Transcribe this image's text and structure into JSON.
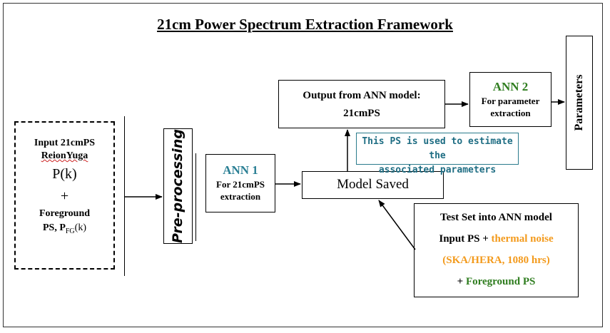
{
  "title": "21cm Power Spectrum Extraction Framework",
  "input_box": {
    "line1": "Input 21cmPS",
    "line2": "ReionYuga",
    "line3": "P(k)",
    "line4": "+",
    "line5": "Foreground",
    "line6_prefix": "PS, P",
    "line6_sub": "FG",
    "line6_suffix": "(k)"
  },
  "preprocessing": {
    "label": "Pre-processing"
  },
  "ann1": {
    "title": "ANN 1",
    "line1": "For 21cmPS",
    "line2": "extraction"
  },
  "model_saved": {
    "label": "Model Saved"
  },
  "output_box": {
    "line1": "Output from ANN model:",
    "line2": "21cmPS"
  },
  "note": {
    "line1": "This PS is used to estimate the",
    "line2": "associated parameters"
  },
  "ann2": {
    "title": "ANN 2",
    "line1": "For parameter",
    "line2": "extraction"
  },
  "parameters": {
    "label": "Parameters"
  },
  "test_set": {
    "line1": "Test Set into ANN model",
    "line2_a": "Input PS + ",
    "line2_b": "thermal noise",
    "line3": "(SKA/HERA, 1080 hrs)",
    "line4_a": "+ ",
    "line4_b": "Foreground PS"
  },
  "colors": {
    "ann_title": "#2a7f94",
    "ann2_title": "#2f7d1f",
    "thermal_noise": "#f39a1c",
    "foreground_ps": "#2f7d1f",
    "note_text": "#1e6d83"
  }
}
